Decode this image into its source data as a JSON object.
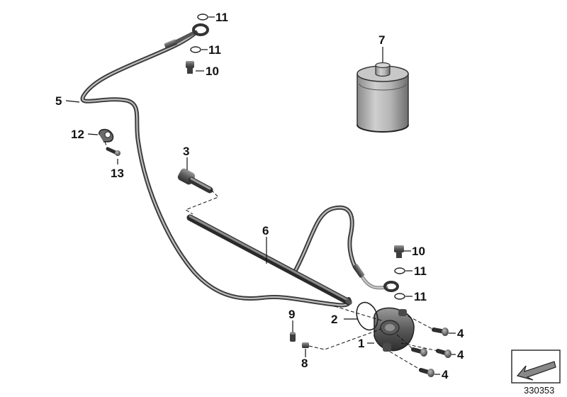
{
  "diagram": {
    "code": "330353",
    "labels": {
      "l1": "1",
      "l2": "2",
      "l3": "3",
      "l4a": "4",
      "l4b": "4",
      "l4c": "4",
      "l5": "5",
      "l6": "6",
      "l7": "7",
      "l8": "8",
      "l9": "9",
      "l10a": "10",
      "l10b": "10",
      "l11a": "11",
      "l11b": "11",
      "l11c": "11",
      "l11d": "11",
      "l12": "12",
      "l13": "13"
    }
  }
}
